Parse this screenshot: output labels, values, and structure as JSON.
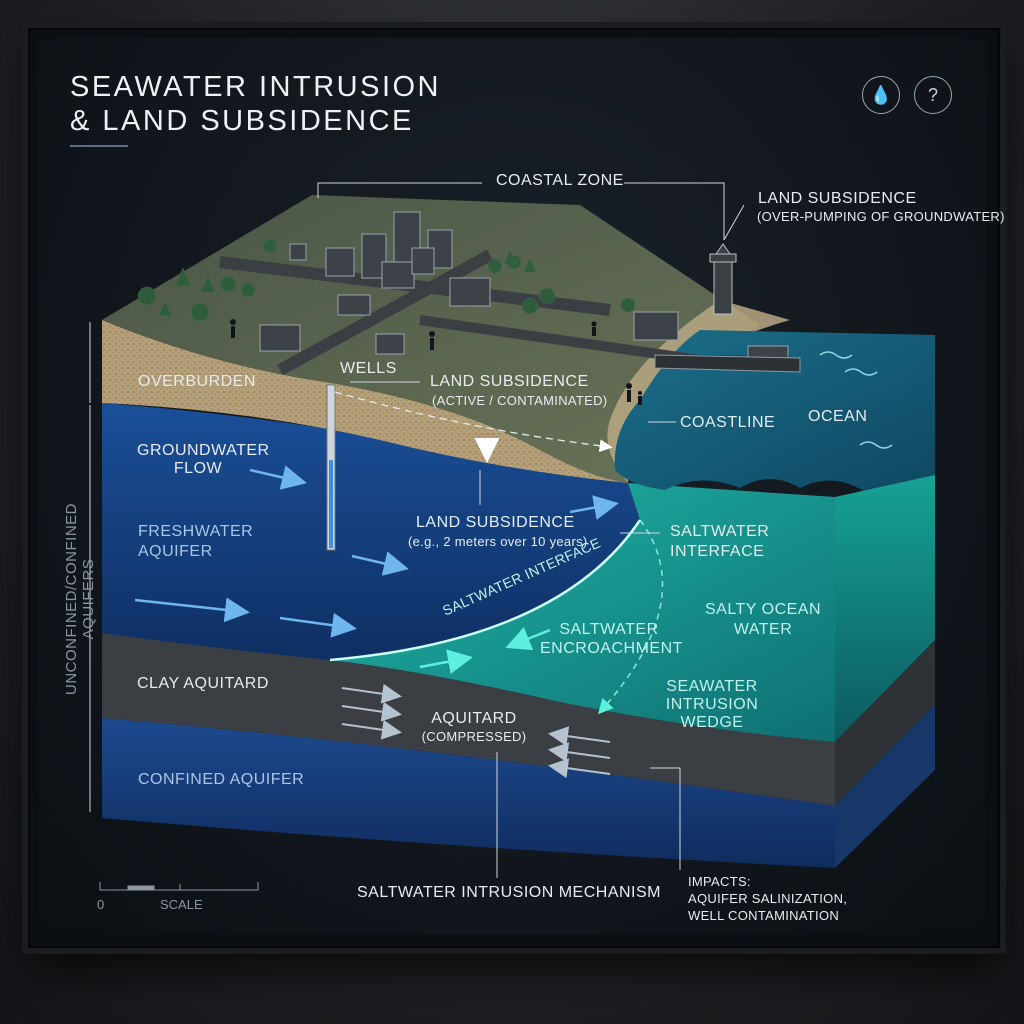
{
  "title_line1": "SEAWATER INTRUSION",
  "title_line2": "& LAND SUBSIDENCE",
  "header_icons": [
    "water-drop-icon",
    "help-icon"
  ],
  "labels": {
    "coastal_zone": "COASTAL ZONE",
    "land_subsidence_top": "LAND SUBSIDENCE",
    "land_subsidence_top_sub": "(OVER-PUMPING OF GROUNDWATER)",
    "overburden": "OVERBURDEN",
    "wells": "WELLS",
    "land_subsidence_mid": "LAND SUBSIDENCE",
    "land_subsidence_mid_sub": "(ACTIVE / CONTAMINATED)",
    "coastline": "COASTLINE",
    "ocean": "OCEAN",
    "groundwater_flow_1": "GROUNDWATER",
    "groundwater_flow_2": "FLOW",
    "freshwater_aquifer_1": "FRESHWATER",
    "freshwater_aquifer_2": "AQUIFER",
    "land_subsidence_low": "LAND SUBSIDENCE",
    "land_subsidence_low_sub": "(e.g., 2 meters over 10 years)",
    "saltwater_interface_1": "SALTWATER",
    "saltwater_interface_2": "INTERFACE",
    "saltwater_interface_curve": "SALTWATER INTERFACE",
    "salty_ocean_1": "SALTY OCEAN",
    "salty_ocean_2": "WATER",
    "saltwater_encroachment_1": "SALTWATER",
    "saltwater_encroachment_2": "ENCROACHMENT",
    "clay_aquitard": "CLAY AQUITARD",
    "aquitard": "AQUITARD",
    "aquitard_sub": "(COMPRESSED)",
    "seawater_wedge_1": "SEAWATER",
    "seawater_wedge_2": "INTRUSION",
    "seawater_wedge_3": "WEDGE",
    "confined_aquifer": "CONFINED AQUIFER",
    "mechanism": "SALTWATER INTRUSION MECHANISM",
    "impacts_1": "IMPACTS:",
    "impacts_2": "AQUIFER SALINIZATION,",
    "impacts_3": "WELL CONTAMINATION",
    "vertical": "UNCONFINED/CONFINED AQUIFERS",
    "scale_zero": "0",
    "scale_label": "SCALE"
  },
  "colors": {
    "freshwater": "#123a78",
    "saltwater": "#17a69a",
    "clay": "#3c3f44",
    "confined": "#1a3f7c",
    "sand": "#b9a37a",
    "land": "#5a6650"
  }
}
